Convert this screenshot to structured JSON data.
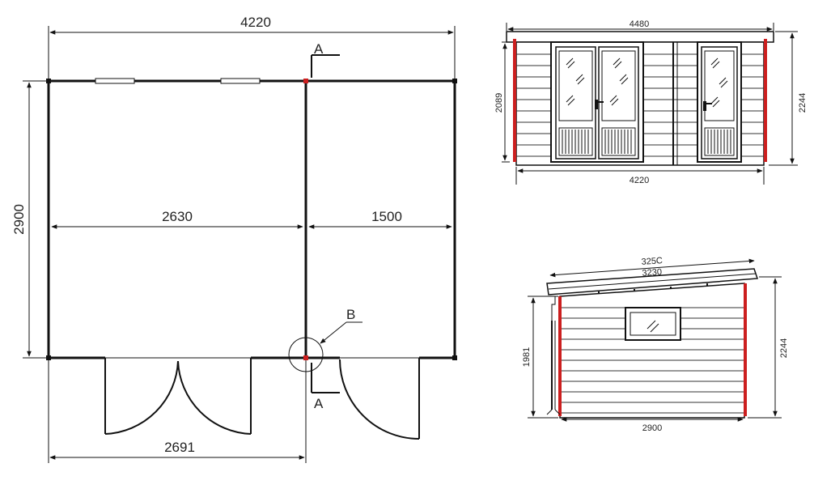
{
  "plan": {
    "overall_width": "4220",
    "depth": "2900",
    "room_left_width": "2630",
    "room_right_width": "1500",
    "door_span": "2691",
    "section_label": "A",
    "detail_label": "B"
  },
  "front_elevation": {
    "top_width": "4480",
    "bottom_width": "4220",
    "door_height": "2089",
    "overall_height": "2244"
  },
  "side_elevation": {
    "roof_length_outer": "325C",
    "roof_length_inner": "3230",
    "wall_height": "1981",
    "overall_height": "2244",
    "base_width": "2900"
  },
  "colors": {
    "line": "#111111",
    "accent_post": "#cc1f1f",
    "background": "#ffffff"
  }
}
